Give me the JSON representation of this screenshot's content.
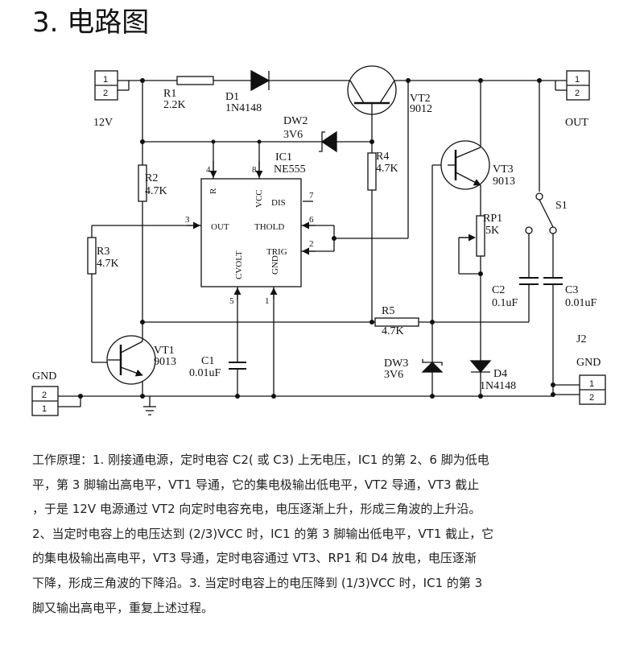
{
  "title": "3. 电路图",
  "connectors": {
    "vin": {
      "label": "12V",
      "pins": [
        "1",
        "2"
      ]
    },
    "vout": {
      "label": "OUT",
      "pins": [
        "1",
        "2"
      ]
    },
    "gnd_left": {
      "label": "GND",
      "pins": [
        "2",
        "1"
      ]
    },
    "j2": {
      "ref": "J2",
      "label": "GND",
      "pins": [
        "1",
        "2"
      ]
    }
  },
  "components": {
    "r1": {
      "ref": "R1",
      "value": "2.2K"
    },
    "d1": {
      "ref": "D1",
      "value": "1N4148"
    },
    "vt2": {
      "ref": "VT2",
      "value": "9012"
    },
    "dw2": {
      "ref": "DW2",
      "value": "3V6"
    },
    "ic1": {
      "ref": "IC1",
      "value": "NE555"
    },
    "r4": {
      "ref": "R4",
      "value": "4.7K"
    },
    "vt3": {
      "ref": "VT3",
      "value": "9013"
    },
    "r2": {
      "ref": "R2",
      "value": "4.7K"
    },
    "r3": {
      "ref": "R3",
      "value": "4.7K"
    },
    "rp1": {
      "ref": "RP1",
      "value": "5K"
    },
    "s1": {
      "ref": "S1"
    },
    "c2": {
      "ref": "C2",
      "value": "0.1uF"
    },
    "c3": {
      "ref": "C3",
      "value": "0.01uF"
    },
    "r5": {
      "ref": "R5",
      "value": "4.7K"
    },
    "vt1": {
      "ref": "VT1",
      "value": "9013"
    },
    "c1": {
      "ref": "C1",
      "value": "0.01uF"
    },
    "dw3": {
      "ref": "DW3",
      "value": "3V6"
    },
    "d4": {
      "ref": "D4",
      "value": "1N4148"
    }
  },
  "ic_pins": {
    "r": "R",
    "vcc": "VCC",
    "dis": "DIS",
    "out": "OUT",
    "thold": "THOLD",
    "trig": "TRIG",
    "cvolt": "CVOLT",
    "gnd": "GND",
    "n4": "4",
    "n8": "8",
    "n7": "7",
    "n3": "3",
    "n6": "6",
    "n2": "2",
    "n5": "5",
    "n1": "1"
  },
  "description": [
    "工作原理：1. 刚接通电源，定时电容 C2( 或 C3) 上无电压，IC1 的第 2、6 脚为低电",
    "平，第 3 脚输出高电平，VT1 导通，它的集电极输出低电平，VT2 导通，VT3 截止",
    "，于是 12V 电源通过 VT2 向定时电容充电，电压逐渐上升，形成三角波的上升沿。",
    "2、当定时电容上的电压达到 (2/3)VCC 时，IC1 的第 3 脚输出低电平，VT1 截止，它",
    "的集电极输出高电平，VT3 导通，定时电容通过 VT3、RP1 和 D4 放电，电压逐渐",
    "下降，形成三角波的下降沿。3. 当定时电容上的电压降到 (1/3)VCC 时，IC1 的第 3",
    "脚又输出高电平，重复上述过程。"
  ]
}
